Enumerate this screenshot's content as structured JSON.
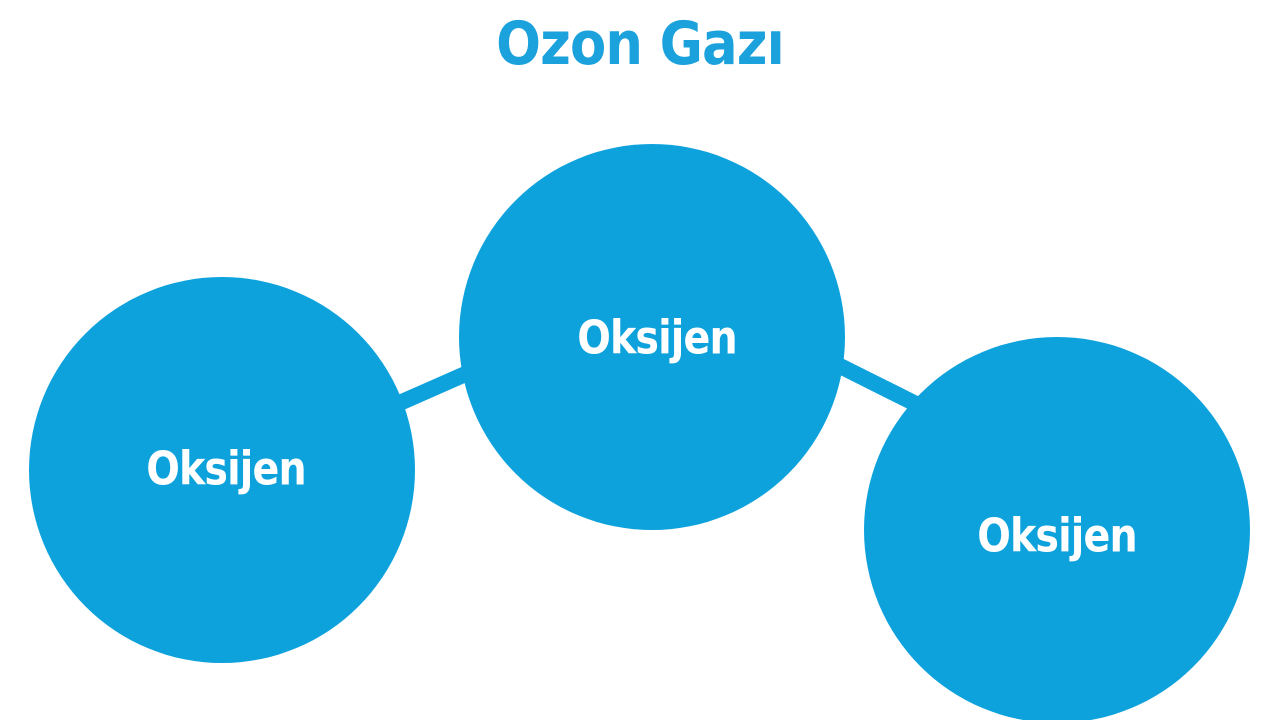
{
  "diagram": {
    "title": "Ozon Gazı",
    "colors": {
      "title": "#1ba1dc",
      "atom_fill": "#0ea2dd",
      "bond": "#0ea2dd",
      "label": "#ffffff",
      "background": "#ffffff"
    },
    "atoms": [
      {
        "label": "Oksijen"
      },
      {
        "label": "Oksijen"
      },
      {
        "label": "Oksijen"
      }
    ],
    "bonds": [
      {
        "from": 0,
        "to": 1
      },
      {
        "from": 1,
        "to": 2
      }
    ]
  }
}
